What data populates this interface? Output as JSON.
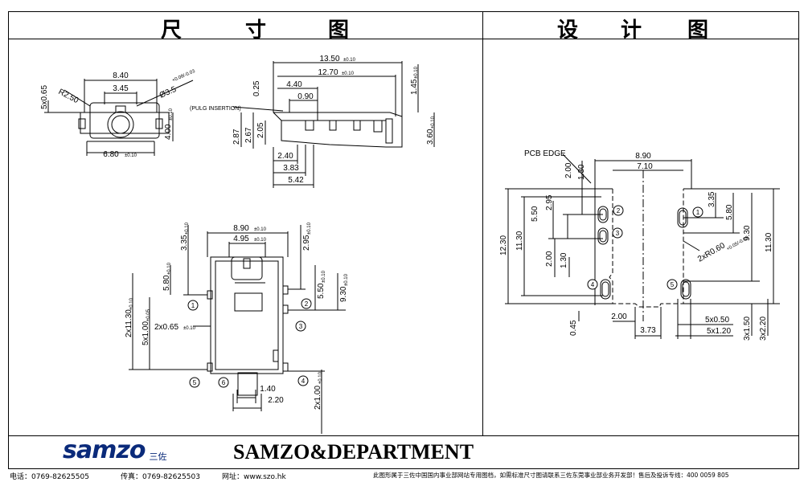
{
  "header": {
    "left_title": [
      "尺",
      "寸",
      "图"
    ],
    "right_title": [
      "设",
      "计",
      "图"
    ]
  },
  "footer": {
    "brand_name": "SAMZO&DEPARTMENT",
    "logo_text": "samzo",
    "logo_cn": "三佐",
    "phone": "电话：0769-82625505",
    "fax": "传真：0769-82625503",
    "website": "网址：www.szo.hk",
    "notice": "此图形属于三佐中国国内事业部网站专用图档，如需标准尺寸图请联系三佐东莞事业部业务开发部！售后及投诉专线：400 0059 805"
  },
  "top_left_view": {
    "dims": [
      {
        "label": "8.40",
        "tol": ""
      },
      {
        "label": "3.45",
        "tol": ""
      },
      {
        "label": "R2.50",
        "tol": ""
      },
      {
        "label": "5x0.65",
        "tol": ""
      },
      {
        "label": "Ø3.5",
        "tol": "+0.08/-0.03"
      },
      {
        "label": "4.00",
        "tol": "±0.10"
      },
      {
        "label": "6.80",
        "tol": "±0.10"
      }
    ]
  },
  "side_view": {
    "note": "(PULG INSERTION)",
    "dims": [
      {
        "label": "13.50",
        "tol": "±0.10"
      },
      {
        "label": "12.70",
        "tol": "±0.10"
      },
      {
        "label": "4.40",
        "tol": ""
      },
      {
        "label": "0.90",
        "tol": ""
      },
      {
        "label": "0.25",
        "tol": ""
      },
      {
        "label": "1.45",
        "tol": "±0.10"
      },
      {
        "label": "2.87",
        "tol": ""
      },
      {
        "label": "2.67",
        "tol": ""
      },
      {
        "label": "2.05",
        "tol": ""
      },
      {
        "label": "3.60",
        "tol": "±0.10"
      },
      {
        "label": "2.40",
        "tol": ""
      },
      {
        "label": "3.83",
        "tol": ""
      },
      {
        "label": "5.42",
        "tol": ""
      }
    ]
  },
  "bottom_view": {
    "dims": [
      {
        "label": "8.90",
        "tol": "±0.10"
      },
      {
        "label": "4.95",
        "tol": "±0.10"
      },
      {
        "label": "3.35",
        "tol": "±0.10"
      },
      {
        "label": "2.95",
        "tol": "±0.10"
      },
      {
        "label": "5.80",
        "tol": "±0.10"
      },
      {
        "label": "5.50",
        "tol": "±0.10"
      },
      {
        "label": "2x11.30",
        "tol": "±0.10"
      },
      {
        "label": "9.30",
        "tol": "±0.10"
      },
      {
        "label": "5x1.00",
        "tol": "±0.05"
      },
      {
        "label": "2x0.65",
        "tol": "±0.10"
      },
      {
        "label": "1.40",
        "tol": ""
      },
      {
        "label": "2.20",
        "tol": ""
      },
      {
        "label": "2x1.00",
        "tol": "±0.10"
      }
    ],
    "pins": [
      "1",
      "2",
      "3",
      "4",
      "5",
      "6"
    ]
  },
  "design_view": {
    "note": "PCB EDGE",
    "dims": [
      {
        "label": "8.90",
        "tol": ""
      },
      {
        "label": "7.10",
        "tol": ""
      },
      {
        "label": "2.00",
        "tol": ""
      },
      {
        "label": "1.30",
        "tol": ""
      },
      {
        "label": "2.95",
        "tol": ""
      },
      {
        "label": "5.50",
        "tol": ""
      },
      {
        "label": "12.30",
        "tol": ""
      },
      {
        "label": "11.30",
        "tol": ""
      },
      {
        "label": "2.00",
        "tol": ""
      },
      {
        "label": "1.30",
        "tol": ""
      },
      {
        "label": "0.45",
        "tol": ""
      },
      {
        "label": "2.00",
        "tol": ""
      },
      {
        "label": "3.73",
        "tol": ""
      },
      {
        "label": "3.35",
        "tol": ""
      },
      {
        "label": "5.80",
        "tol": ""
      },
      {
        "label": "9.30",
        "tol": ""
      },
      {
        "label": "11.30",
        "tol": ""
      },
      {
        "label": "2xR0.60",
        "tol": "+0.05/-0.03"
      },
      {
        "label": "5x0.50",
        "tol": ""
      },
      {
        "label": "5x1.20",
        "tol": ""
      },
      {
        "label": "3x1.50",
        "tol": ""
      },
      {
        "label": "3x2.20",
        "tol": ""
      }
    ],
    "pins": [
      "1",
      "2",
      "3",
      "4",
      "5"
    ]
  }
}
